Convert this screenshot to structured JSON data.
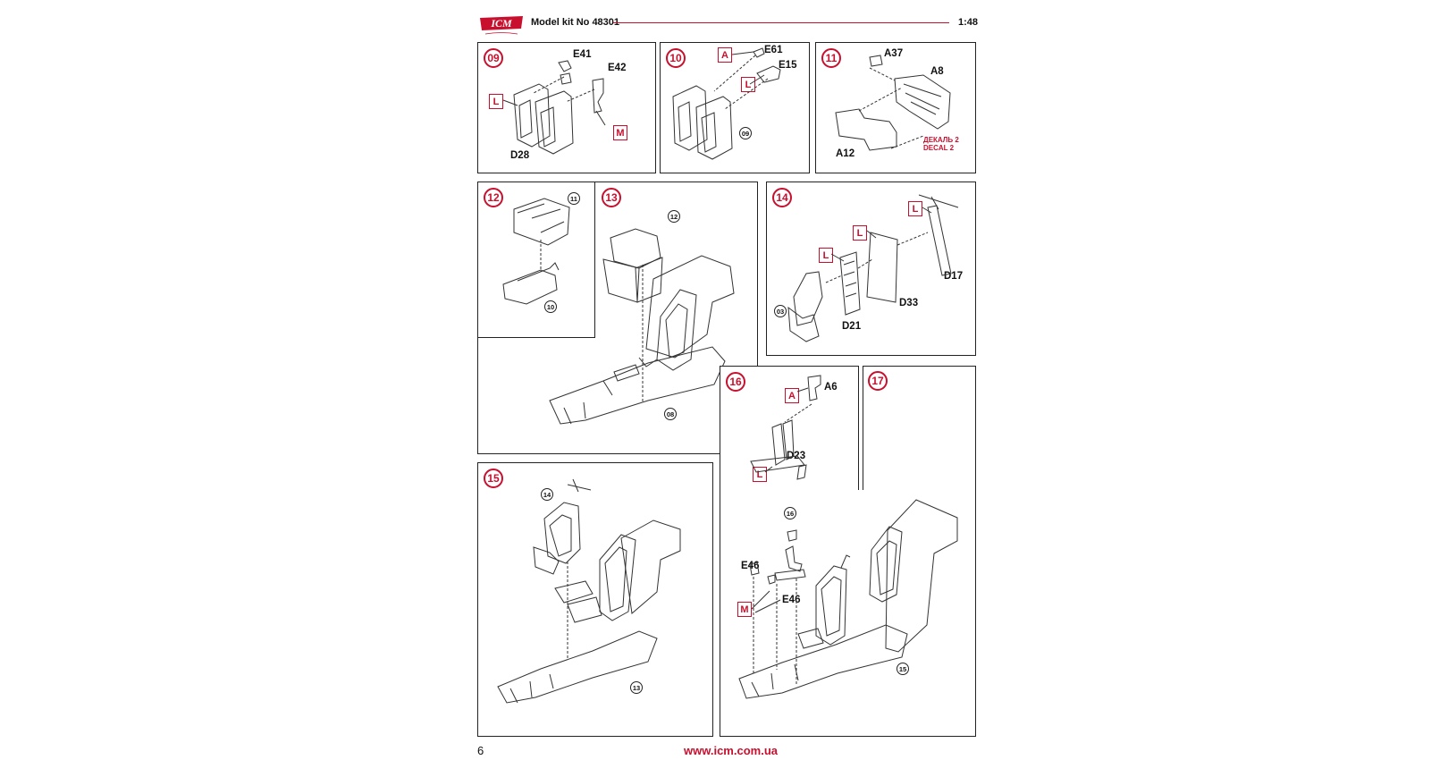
{
  "header": {
    "brand": "ICM",
    "kit": "Model kit No 48301",
    "scale": "1:48"
  },
  "steps": {
    "s09": {
      "num": "09",
      "parts": [
        "E41",
        "E42",
        "D28"
      ],
      "markers": [
        "L",
        "M"
      ]
    },
    "s10": {
      "num": "10",
      "parts": [
        "E61",
        "E15"
      ],
      "markers": [
        "A",
        "L"
      ],
      "refs": [
        "09"
      ]
    },
    "s11": {
      "num": "11",
      "parts": [
        "A37",
        "A8",
        "A12"
      ],
      "decal": [
        "ДЕКАЛЬ 2",
        "DECAL 2"
      ]
    },
    "s12": {
      "num": "12",
      "refs": [
        "11",
        "10"
      ]
    },
    "s13": {
      "num": "13",
      "refs": [
        "12",
        "08"
      ]
    },
    "s14": {
      "num": "14",
      "parts": [
        "D17",
        "D33",
        "D21"
      ],
      "markers": [
        "L",
        "L",
        "L"
      ],
      "refs": [
        "03"
      ]
    },
    "s15": {
      "num": "15",
      "refs": [
        "14",
        "13"
      ]
    },
    "s16": {
      "num": "16",
      "parts": [
        "A6",
        "D23"
      ],
      "markers": [
        "A",
        "L"
      ]
    },
    "s17": {
      "num": "17",
      "parts": [
        "E46",
        "E46"
      ],
      "markers": [
        "M"
      ],
      "refs": [
        "16",
        "15"
      ]
    }
  },
  "footer": {
    "page": "6",
    "url": "www.icm.com.ua"
  },
  "colors": {
    "accent": "#c8102e",
    "line": "#222222"
  }
}
